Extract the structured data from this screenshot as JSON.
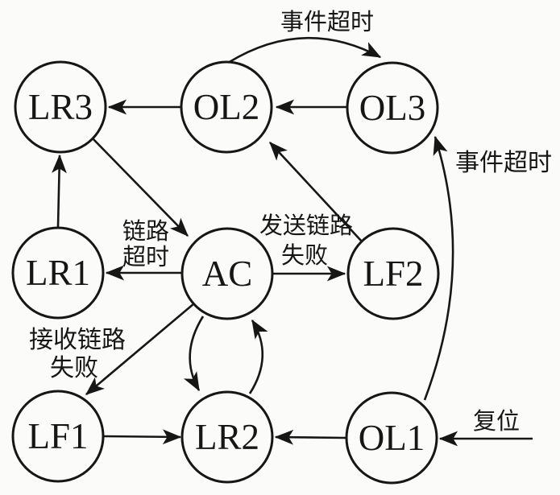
{
  "diagram": {
    "type": "state-transition-diagram",
    "background_color": "#fbfbf9",
    "ink_color": "#161616",
    "nodes": [
      {
        "id": "LR3",
        "label": "LR3"
      },
      {
        "id": "OL2",
        "label": "OL2"
      },
      {
        "id": "OL3",
        "label": "OL3"
      },
      {
        "id": "LR1",
        "label": "LR1"
      },
      {
        "id": "AC",
        "label": "AC"
      },
      {
        "id": "LF2",
        "label": "LF2"
      },
      {
        "id": "LF1",
        "label": "LF1"
      },
      {
        "id": "LR2",
        "label": "LR2"
      },
      {
        "id": "OL1",
        "label": "OL1"
      }
    ],
    "edges": [
      {
        "from": "OL2",
        "to": "OL3",
        "label": "事件超时"
      },
      {
        "from": "OL3",
        "to": "OL2",
        "label": ""
      },
      {
        "from": "OL2",
        "to": "LR3",
        "label": ""
      },
      {
        "from": "LR3",
        "to": "AC",
        "label": ""
      },
      {
        "from": "LR1",
        "to": "LR3",
        "label": ""
      },
      {
        "from": "AC",
        "to": "LR1",
        "label": "链路超时"
      },
      {
        "from": "AC",
        "to": "LF2",
        "label": "发送链路失败"
      },
      {
        "from": "LF2",
        "to": "OL2",
        "label": ""
      },
      {
        "from": "AC",
        "to": "LF1",
        "label": "接收链路失败"
      },
      {
        "from": "AC",
        "to": "LR2",
        "label": ""
      },
      {
        "from": "LR2",
        "to": "AC",
        "label": ""
      },
      {
        "from": "LF1",
        "to": "LR2",
        "label": ""
      },
      {
        "from": "OL1",
        "to": "LR2",
        "label": ""
      },
      {
        "from": "OL1",
        "to": "OL3",
        "label": "事件超时"
      },
      {
        "from": "(external)",
        "to": "OL1",
        "label": "复位"
      }
    ],
    "labels": {
      "event_timeout_top": "事件超时",
      "event_timeout_right": "事件超时",
      "link_timeout_line1": "链路",
      "link_timeout_line2": "超时",
      "send_link_failure_line1": "发送链路",
      "send_link_failure_line2": "失败",
      "receive_link_failure_line1": "接收链路",
      "receive_link_failure_line2": "失败",
      "reset": "复位"
    }
  }
}
